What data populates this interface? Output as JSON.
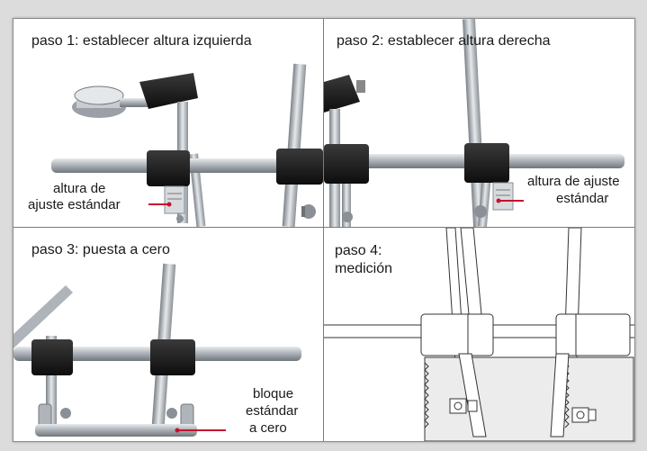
{
  "steps": [
    {
      "title": "paso 1: establecer altura izquierda",
      "label_line1": "altura de",
      "label_line2": "ajuste estándar"
    },
    {
      "title": "paso 2: establecer altura derecha",
      "label_line1": "altura de ajuste",
      "label_line2": "estándar"
    },
    {
      "title": "paso 3: puesta a cero",
      "label_line1": "bloque",
      "label_line2": "estándar",
      "label_line3": "a cero"
    },
    {
      "title_line1": "paso 4:",
      "title_line2": "medición"
    }
  ],
  "colors": {
    "pointer": "#c8102e",
    "clamp": "#1c1c1c",
    "rod": "#b9bec3",
    "border": "#7a7a7a"
  }
}
